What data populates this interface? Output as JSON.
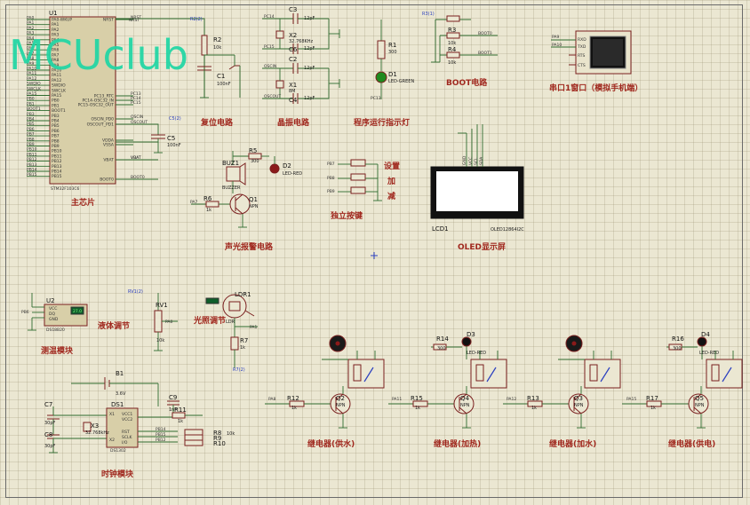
{
  "watermark": "MCUclub",
  "sections": {
    "mcu": "主芯片",
    "reset": "复位电路",
    "crystal": "晶振电路",
    "run_led": "程序运行指示灯",
    "boot": "BOOT电路",
    "serial": "串口1窗口（模拟手机端）",
    "buzzer": "声光报警电路",
    "keys": "独立按键",
    "oled": "OLED显示屏",
    "temp": "测温模块",
    "liquid": "液体调节",
    "light": "光照调节",
    "clock": "时钟模块",
    "relay_water": "继电器(供水)",
    "relay_heat": "继电器(加热)",
    "relay_add": "继电器(加水)",
    "relay_power": "继电器(供电)"
  },
  "keys_labels": [
    "设置",
    "加",
    "减"
  ],
  "mcu": {
    "ref": "U1",
    "part": "STM32F103C6",
    "left_pins": [
      "PA0-WKUP",
      "PA1",
      "PA2",
      "PA3",
      "PA4",
      "PA5",
      "PA6",
      "PA7",
      "PA8",
      "PA9",
      "PA10",
      "PA11",
      "PA12",
      "SWDIO",
      "SWCLK",
      "PA15",
      "PB0",
      "PB1",
      "BOOT1",
      "PB3",
      "PB4",
      "PB5",
      "PB6",
      "PB7",
      "PB8",
      "PB9",
      "PB10",
      "PB11",
      "PB12",
      "PB13",
      "PB14",
      "PB15"
    ],
    "left_nets": [
      "PA0",
      "PA1",
      "PA2",
      "PA3",
      "PA4",
      "PA5",
      "PA6",
      "PA7",
      "PA8",
      "PA9",
      "PA10",
      "PA11",
      "PA12",
      "SWDIO",
      "SWCLK",
      "PA15",
      "PB0",
      "PB1",
      "BOOT1",
      "PB3",
      "PB4",
      "PB5",
      "PB6",
      "PB7",
      "PB8",
      "PB9",
      "PB10",
      "PB11",
      "PB12",
      "PB13",
      "PB14",
      "PB15"
    ],
    "right_pins": [
      "NRST",
      "PC13_RTC",
      "PC14-OSC32_IN",
      "PC15-OSC32_OUT",
      "OSCIN_PD0",
      "OSCOUT_PD1",
      "VDDA",
      "VSSA",
      "VBAT",
      "BOOT0"
    ],
    "right_nets": [
      "NRST",
      "PC13",
      "PC14",
      "PC15",
      "OSCIN",
      "OSCOUT",
      "",
      "",
      "VBAT",
      "BOOT0"
    ]
  },
  "components": {
    "R2": "R2",
    "R2_val": "10k",
    "C1": "C1",
    "C1_val": "100nF",
    "C3": "C3",
    "C3_val": "12pF",
    "X2": "X2",
    "X2_val": "32.768KHz",
    "C6": "C6",
    "C6_val": "12pF",
    "C2": "C2",
    "C2_val": "12pF",
    "X1": "X1",
    "X1_val": "8M",
    "C4": "C4",
    "C4_val": "12pF",
    "R1": "R1",
    "R1_val": "300",
    "D1": "D1",
    "D1_val": "LED-GREEN",
    "R3": "R3",
    "R3_val": "10k",
    "R4": "R4",
    "R4_val": "10k",
    "C5": "C5",
    "C5_val": "100nF",
    "R5": "R5",
    "R5_val": "300",
    "D2": "D2",
    "D2_val": "LED-RED",
    "BUZ1": "BUZ1",
    "BUZ1_val": "BUZZER",
    "R6": "R6",
    "R6_val": "1k",
    "Q1": "Q1",
    "Q1_val": "NPN",
    "LCD1": "LCD1",
    "LCD1_part": "OLED12864I2C",
    "U2": "U2",
    "U2_part": "DS18B20",
    "U2_readout": "27.0",
    "RV1": "RV1",
    "RV1_val": "10k",
    "LDR1": "LDR1",
    "LDR1_val": "LDR",
    "R7": "R7",
    "R7_val": "1k",
    "B1": "B1",
    "B1_val": "3.6V",
    "DS1": "DS1",
    "DS1_part": "DS1302",
    "X3": "X3",
    "X3_val": "32.768kHz",
    "C7": "C7",
    "C7_val": "30pF",
    "C8": "C8",
    "C8_val": "30pF",
    "C9": "C9",
    "C9_val": "1nF",
    "R11": "R11",
    "R11_val": "1k",
    "R8": "R8",
    "R9": "R9",
    "R10": "R10",
    "R8_val": "10k",
    "R12": "R12",
    "R12_val": "1k",
    "Q2": "Q2",
    "Q2_val": "NPN",
    "R14": "R14",
    "R14_val": "300",
    "D3": "D3",
    "D3_val": "LED-RED",
    "R15": "R15",
    "R15_val": "1k",
    "Q4": "Q4",
    "Q4_val": "NPN",
    "R13": "R13",
    "R13_val": "1k",
    "Q3": "Q3",
    "Q3_val": "NPN",
    "R16": "R16",
    "R16_val": "300",
    "D4": "D4",
    "D4_val": "LED-RED",
    "R17": "R17",
    "R17_val": "1k",
    "Q5": "Q5",
    "Q5_val": "NPN"
  },
  "nets": {
    "nrst": "NRST",
    "pc14": "PC14",
    "pc15": "PC15",
    "oscin": "OSCIN",
    "oscout": "OSCOUT",
    "boot0": "BOOT0",
    "boot1": "BOOT1",
    "pa7": "PA7",
    "pb7": "PB7",
    "pb8": "PB8",
    "pb9": "PB9",
    "pb6": "PB6",
    "pa0": "PA0",
    "pa1": "PA1",
    "pa8": "PA8",
    "pa11": "PA11",
    "pa12": "PA12",
    "pa15": "PA15",
    "pa9": "PA9",
    "pa10": "PA10",
    "pb14": "PB14",
    "pb15": "PB15",
    "pb12": "PB12",
    "vbat": "VBAT",
    "pc13": "PC13"
  },
  "serial_pins": [
    "RXD",
    "TXD",
    "RTS",
    "CTS"
  ],
  "oled_pins": [
    "GND",
    "VCC",
    "SCL",
    "SDA"
  ],
  "ds18b20_pins": [
    "VCC",
    "DQ",
    "GND"
  ],
  "ds1302_pins_left": [
    "X1",
    "X2"
  ],
  "ds1302_pins_right": [
    "VCC1",
    "VCC2",
    "RST",
    "SCLK",
    "I/O"
  ],
  "probe_labels": {
    "r2": "R2(2)",
    "c5": "C5(2)",
    "r3": "R3(1)",
    "rv1": "RV1(2)",
    "r7": "R7(2)"
  }
}
